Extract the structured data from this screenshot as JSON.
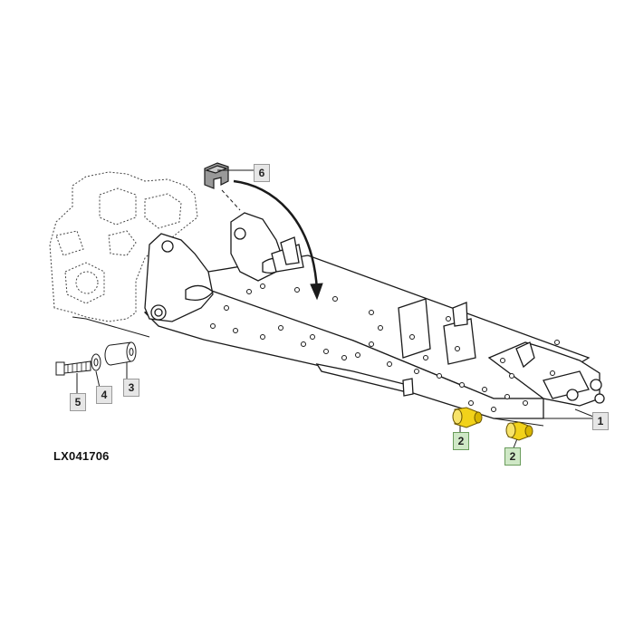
{
  "figure_code": "LX041706",
  "callouts": {
    "c1": "1",
    "c2a": "2",
    "c2b": "2",
    "c3": "3",
    "c4": "4",
    "c5": "5",
    "c6": "6"
  },
  "colors": {
    "line": "#1a1a1a",
    "highlight_part": "#f2d21a",
    "highlight_callout": "#cfe8c6",
    "callout_bg": "#e6e6e6"
  }
}
